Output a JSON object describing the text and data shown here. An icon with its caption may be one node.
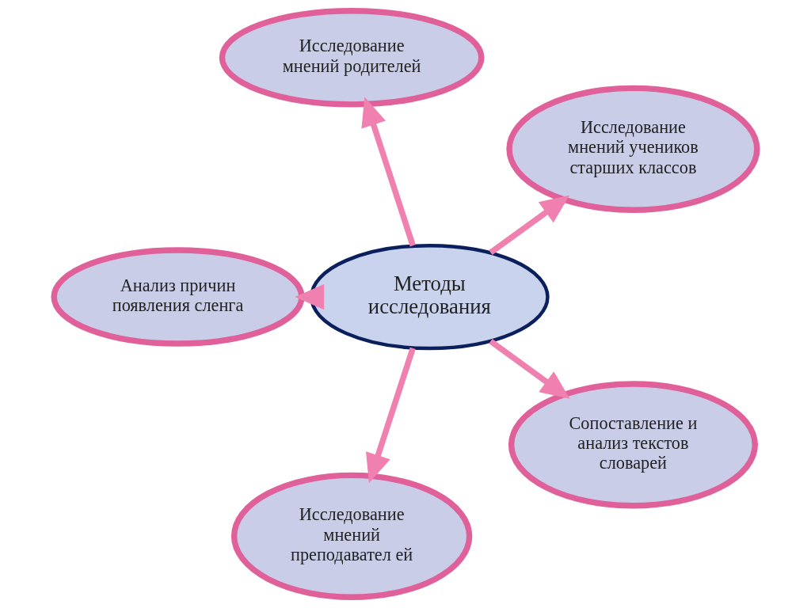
{
  "diagram": {
    "nodes": [
      {
        "text": [
          "Методы исследования"
        ]
      },
      {
        "text": [
          "Исследование мнений учеников старших классов"
        ]
      },
      {
        "text": [
          "Исследование мнений родителей"
        ]
      },
      {
        "text": [
          "Анализ причин появления сленга"
        ]
      },
      {
        "text": [
          "Исследование мнений преподавател ей"
        ]
      },
      {
        "text": [
          "Сопоставление и анализ текстов словарей"
        ]
      }
    ],
    "edges": [
      {
        "from": 0,
        "to": 1,
        "arrow": "to"
      },
      {
        "from": 0,
        "to": 2,
        "arrow": "to"
      },
      {
        "from": 0,
        "to": 3,
        "arrow": "to"
      },
      {
        "from": 0,
        "to": 4,
        "arrow": "to"
      },
      {
        "from": 0,
        "to": 5,
        "arrow": "to"
      }
    ]
  }
}
